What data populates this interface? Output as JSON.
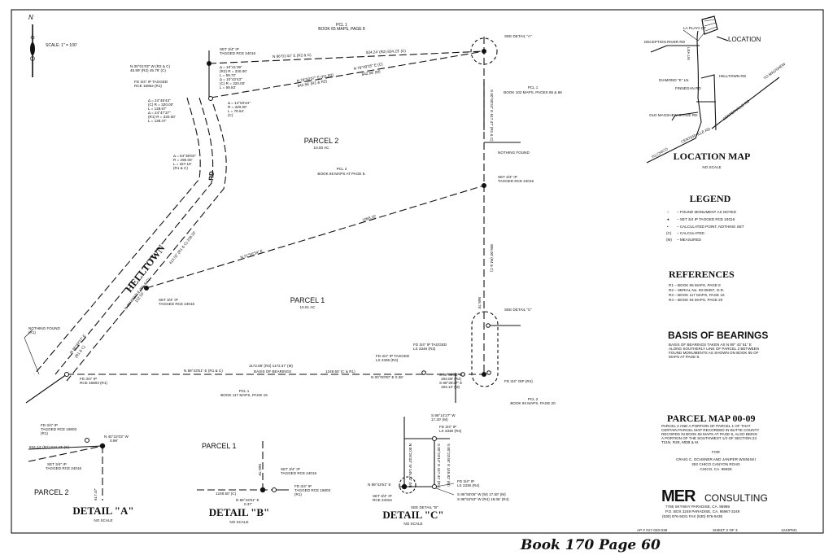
{
  "sheet": {
    "scale": "SCALE: 1\" = 100'",
    "north": "N",
    "ap_number": "AP # 017-020-038",
    "sheet_no": "SHEET 2 OF 3",
    "file_code": "1244PM1",
    "handwritten": "Book 170 Page 60"
  },
  "map": {
    "pcl1_top": [
      "PCL 1",
      "BOOK 65 MAPS, PAGE 8"
    ],
    "set_ip_nw": [
      "SET 3/4\" IP",
      "TAGGED RCE 24016"
    ],
    "bearing_nw_short": [
      "N 00°01'03\" W (R2 & C)",
      "45.99' (R2) 45.79' (C)"
    ],
    "fd_ip_nw": [
      "FD 3/4\" IP TAGGED",
      "RCE 16862 (R1)"
    ],
    "curve_nw": [
      "Δ = 10°41'36\"",
      "(R2) R = 320.00'",
      "L = 59.72'",
      "Δ = 10°42'43\"",
      "(C) R = 320.00'",
      "L = 59.83'"
    ],
    "curve_left": [
      "Δ = 24°48'43\"",
      "(C) R = 320.00'",
      "L = 138.67'",
      "Δ = 24°47'37\"",
      "(R1) R = 320.00'",
      "L = 138.47'"
    ],
    "curve_right": [
      "Δ = 14°03'44\"",
      "R = 320.00'",
      "L = 78.64'",
      "(C)"
    ],
    "curve_main": [
      "Δ = 64°38'03\"",
      "R = 290.00'",
      "L = 327.15'",
      "(R1 & C)"
    ],
    "road_rd": "RD",
    "road_name": "HELLTOWN",
    "north_line_bearing": "N 86°01'41\" E (R2 & C)",
    "north_line_dist": "834.24' (R2) 834.23' (C)",
    "second_line_bearing_r": "N 78°50'07\" E (R1,R2)",
    "second_line_dist_r": "842.56' (R1 & R2)",
    "second_line_bearing_c": "N 78°49'15\" E (C)",
    "second_line_dist_m": "842.58' (M)",
    "see_detail_a": "SEE DETAIL \"A\"",
    "pcl1_east": [
      "PCL 1",
      "BOOK 102 MAPS, PAGES 65 & 66"
    ],
    "east_line_upper": "S 00°00'24\" E 617.47' (R1 & C)",
    "nothing_found": "NOTHING FOUND",
    "parcel2": [
      "PARCEL 2",
      "10.00 AC"
    ],
    "pcl2_center": [
      "PCL 2",
      "BOOK 65 MAPS AT PAGE 8."
    ],
    "set_ip_east": [
      "SET 3/4\" IP",
      "TAGGED RCE 24016"
    ],
    "div_line_dist": "1068.16'",
    "div_line_bearing": "N 21°56'34\" E",
    "east_line_lower_a": "568.75'",
    "east_line_lower_b": "906.00' (R4 & C)",
    "road_seg_upper": "413.02' (R1 & C)  238.32'",
    "road_seg_mid": [
      "N 36°49'27\" E (R1 & C)",
      "152.50'"
    ],
    "road_seg_lower": [
      "N 36°49'27\" E",
      "(R1 & C)"
    ],
    "set_ip_road": [
      "SET 3/4\" IP",
      "TAGGED RCE 24016"
    ],
    "parcel1": [
      "PARCEL 1",
      "10.01 AC"
    ],
    "nothing_found_r1": [
      "NOTHING FOUND",
      "(R1)"
    ],
    "see_detail_c": "SEE DETAIL \"C\"",
    "fd_ls3346": [
      "FD 3/4\" IP TAGGED",
      "LS 3346 (R3)"
    ],
    "fd_ls3336": [
      "FD 3/4\" IP TAGGED",
      "LS 3336 (R4)"
    ],
    "south_dist": "1172.86' (R3) 1172.37' (M)",
    "basis": "BASIS OF BEARINGS",
    "south_bearing": "N 89°43'51\" E (R1 & C)",
    "south_dist2": "1248.50' (C & R1)",
    "offset": "N 00°00'00\" E 0.38'",
    "se_bearings": [
      "S 89°35'39\" E",
      "193.08' (R4)",
      "S 89°35'27\" E",
      "193.12' (M)"
    ],
    "fd_oip": "FD 3/4\" OIP (R4)",
    "fd_sw": [
      "FD 3/4\" IP",
      "RCE 16803 (R1)"
    ],
    "pcl1_south": [
      "PCL 1",
      "BOOK 117 MAPS, PAGE 15"
    ],
    "pcl2_south": [
      "PCL 2",
      "BOOK 94 MAPS, PAGE 20"
    ]
  },
  "details": {
    "a": {
      "title": "DETAIL \"A\"",
      "scale": "NO SCALE",
      "fd": [
        "FD 3/4\" IP",
        "TAGGED RCE 16803",
        "(R1)"
      ],
      "bearing": [
        "N 40°22'03\" W",
        "0.99'"
      ],
      "dists": "834.24' (R2)   834.23' (C)",
      "set": [
        "SET 3/4\" IP",
        "TAGGED RCE 24016"
      ],
      "parcel": "PARCEL 2",
      "vert": "617.47'"
    },
    "b": {
      "title": "DETAIL \"B\"",
      "scale": "NO SCALE",
      "parcel": "PARCEL 1",
      "vert": "568.75'",
      "set": [
        "SET 3/4\" IP",
        "TAGGED RCE 24016"
      ],
      "fd": [
        "FD 3/4\" IP",
        "TAGGED RCE 16803",
        "(R1)"
      ],
      "dist": "1248.50' (C)",
      "bearing": [
        "N 89°43'51\" E",
        "0.37'"
      ]
    },
    "c": {
      "title": "DETAIL \"C\"",
      "scale": "NO SCALE",
      "top_bearing": [
        "S 89°14'27\" W",
        "17.30' (M)"
      ],
      "fd_top": [
        "FD 3/4\" IP",
        "LS 3336 (R4)"
      ],
      "vert1": "N 00°26'33\" W 145.32' (M)",
      "vert2": "S 00°23'14\" E 147.42' (R4)",
      "vert3": "S 00°23'46\" E 145.82' (M)",
      "fd_bot": [
        "FD 3/4\" IP",
        "LS 3336 (R4)"
      ],
      "west_bearing": "N 89°43'51\" E",
      "set": [
        "SET 3/4\" IP",
        "RCE 24016"
      ],
      "see_b": "SEE DETAIL \"B\"",
      "bot_bearings": [
        "S 86°55'05\" W (M) 17.50' (M)",
        "S 88°52'53\" W (R4) 18.06' (R4)"
      ]
    }
  },
  "location_map": {
    "title": "LOCATION MAP",
    "scale": "NO SCALE",
    "location": "LOCATION",
    "roads": [
      "LA PLAYA CT",
      "DECEPTION RIVER RD",
      "LEA LN",
      "DIAMOND \"K\" LN",
      "FINNEGAN RD",
      "HELLTOWN RD",
      "OLD MAGSHEW STAGE RD",
      "CENTERVILLE RD",
      "CENTERVILLE RD",
      "TO MAGSHEW",
      "TO CHICO"
    ]
  },
  "legend": {
    "title": "LEGEND",
    "items": [
      {
        "symbol": "○",
        "text": "– FOUND MONUMENT AS NOTED"
      },
      {
        "symbol": "●",
        "text": "– SET 3/4 IP TAGGED RCE 24016"
      },
      {
        "symbol": "•",
        "text": "– CALCULATED POINT, NOTHING SET"
      },
      {
        "symbol": "(C)",
        "text": "– CALCULATED"
      },
      {
        "symbol": "(M)",
        "text": "– MEASURED"
      }
    ]
  },
  "references": {
    "title": "REFERENCES",
    "items": [
      "R1  – BOOK 65 MAPS, PAGE 8",
      "R2  – SERIAL No. 93-06397, O.R.",
      "R3  – BOOK 117 MAPS, PAGE 16",
      "R4  – BOOK 94 MAPS, PAGE 20"
    ]
  },
  "basis_of_bearings": {
    "title": "BASIS OF BEARINGS",
    "lines": [
      "BASIS OF BEARINGS TAKEN AS N 89° 43' 51\" E",
      "ALONG SOUTHERLY LINE OF PARCEL 2 BETWEEN",
      "FOUND MONUMENTS AS SHOWN ON BOOK 65 OF",
      "MAPS AT PAGE 8."
    ]
  },
  "title_block": {
    "title": "PARCEL MAP 00-09",
    "desc": [
      "PARCEL 2 AND A PORTION OF PARCEL 1 OF THAT",
      "CERTAIN PARCEL MAP RECORDED IN BUTTE COUNTY",
      "RECORDS IN BOOK 65 MAPS AT PAGE 8, ALSO BEING",
      "A PORTION OF THE SOUTHWEST 1/4 OF SECTION 23",
      "T21N, R2E, MDB & M."
    ],
    "for": "FOR",
    "owner": [
      "CRAIG C. OCHSNER AND JANIFER WISNISKI",
      "292 CHICO CANYON ROAD",
      "CHICO, CA. 95928"
    ],
    "firm_logo": "MER",
    "firm_name": "CONSULTING",
    "firm_address": [
      "7786 SKYWAY  PARADISE, CA. 95969",
      "P.O. BOX 3249 PARADISE, CA. 95967-3249",
      "(530) 876-9431 FAX (530) 876-9435"
    ]
  }
}
